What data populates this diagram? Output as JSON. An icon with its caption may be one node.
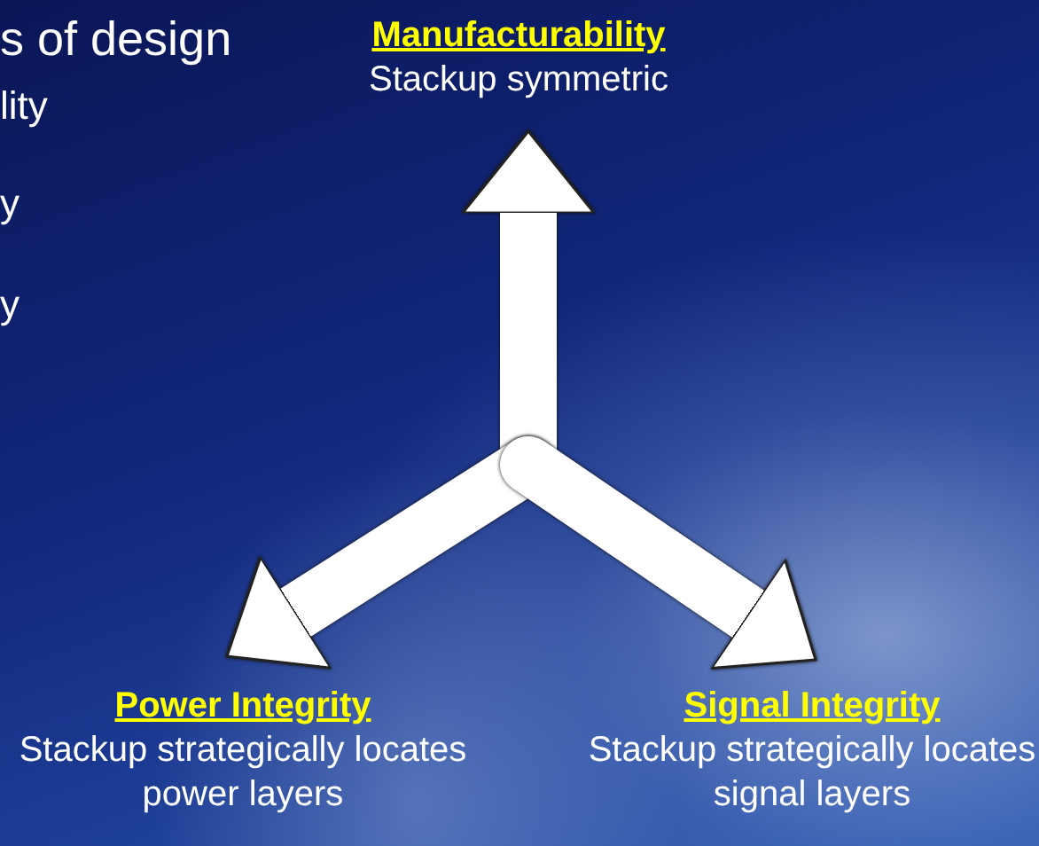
{
  "diagram": {
    "nodes": [
      {
        "text": [
          "Manufacturability",
          "Stackup symmetric"
        ]
      },
      {
        "text": [
          "Power Integrity",
          "Stackup strategically locates power layers"
        ]
      },
      {
        "text": [
          "Signal Integrity",
          "Stackup strategically locates signal layers"
        ]
      }
    ],
    "edges": [
      {
        "from": null,
        "to": 0,
        "arrow": "to"
      },
      {
        "from": null,
        "to": 1,
        "arrow": "to"
      },
      {
        "from": null,
        "to": 2,
        "arrow": "to"
      }
    ],
    "labels": [
      "s of design",
      "lity",
      "y",
      "y"
    ]
  }
}
